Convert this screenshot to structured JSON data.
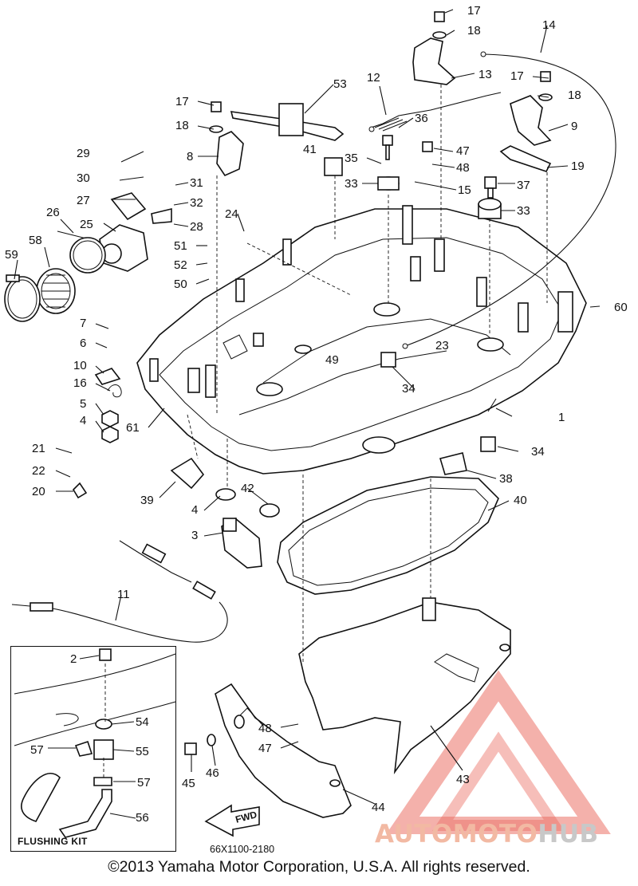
{
  "callouts": [
    {
      "id": "c1",
      "text": "1"
    },
    {
      "id": "c2",
      "text": "2"
    },
    {
      "id": "c3",
      "text": "3"
    },
    {
      "id": "c4a",
      "text": "4"
    },
    {
      "id": "c4b",
      "text": "4"
    },
    {
      "id": "c5",
      "text": "5"
    },
    {
      "id": "c6",
      "text": "6"
    },
    {
      "id": "c7",
      "text": "7"
    },
    {
      "id": "c8",
      "text": "8"
    },
    {
      "id": "c9",
      "text": "9"
    },
    {
      "id": "c10",
      "text": "10"
    },
    {
      "id": "c11",
      "text": "11"
    },
    {
      "id": "c12",
      "text": "12"
    },
    {
      "id": "c13",
      "text": "13"
    },
    {
      "id": "c14",
      "text": "14"
    },
    {
      "id": "c15",
      "text": "15"
    },
    {
      "id": "c16",
      "text": "16"
    },
    {
      "id": "c17a",
      "text": "17"
    },
    {
      "id": "c17b",
      "text": "17"
    },
    {
      "id": "c17c",
      "text": "17"
    },
    {
      "id": "c18a",
      "text": "18"
    },
    {
      "id": "c18b",
      "text": "18"
    },
    {
      "id": "c18c",
      "text": "18"
    },
    {
      "id": "c19",
      "text": "19"
    },
    {
      "id": "c20",
      "text": "20"
    },
    {
      "id": "c21",
      "text": "21"
    },
    {
      "id": "c22",
      "text": "22"
    },
    {
      "id": "c23",
      "text": "23"
    },
    {
      "id": "c24",
      "text": "24"
    },
    {
      "id": "c25",
      "text": "25"
    },
    {
      "id": "c26",
      "text": "26"
    },
    {
      "id": "c27",
      "text": "27"
    },
    {
      "id": "c28",
      "text": "28"
    },
    {
      "id": "c29",
      "text": "29"
    },
    {
      "id": "c30",
      "text": "30"
    },
    {
      "id": "c31",
      "text": "31"
    },
    {
      "id": "c32",
      "text": "32"
    },
    {
      "id": "c33a",
      "text": "33"
    },
    {
      "id": "c33b",
      "text": "33"
    },
    {
      "id": "c34a",
      "text": "34"
    },
    {
      "id": "c34b",
      "text": "34"
    },
    {
      "id": "c35",
      "text": "35"
    },
    {
      "id": "c36",
      "text": "36"
    },
    {
      "id": "c37",
      "text": "37"
    },
    {
      "id": "c38",
      "text": "38"
    },
    {
      "id": "c39",
      "text": "39"
    },
    {
      "id": "c40",
      "text": "40"
    },
    {
      "id": "c41",
      "text": "41"
    },
    {
      "id": "c42",
      "text": "42"
    },
    {
      "id": "c43",
      "text": "43"
    },
    {
      "id": "c44",
      "text": "44"
    },
    {
      "id": "c45",
      "text": "45"
    },
    {
      "id": "c46",
      "text": "46"
    },
    {
      "id": "c47a",
      "text": "47"
    },
    {
      "id": "c47b",
      "text": "47"
    },
    {
      "id": "c48a",
      "text": "48"
    },
    {
      "id": "c48b",
      "text": "48"
    },
    {
      "id": "c49",
      "text": "49"
    },
    {
      "id": "c50",
      "text": "50"
    },
    {
      "id": "c51",
      "text": "51"
    },
    {
      "id": "c52",
      "text": "52"
    },
    {
      "id": "c53",
      "text": "53"
    },
    {
      "id": "c54",
      "text": "54"
    },
    {
      "id": "c55",
      "text": "55"
    },
    {
      "id": "c56",
      "text": "56"
    },
    {
      "id": "c57a",
      "text": "57"
    },
    {
      "id": "c57b",
      "text": "57"
    },
    {
      "id": "c58",
      "text": "58"
    },
    {
      "id": "c59",
      "text": "59"
    },
    {
      "id": "c60",
      "text": "60"
    },
    {
      "id": "c61",
      "text": "61"
    }
  ],
  "kit": {
    "title": "FLUSHING KIT"
  },
  "fwd_label": "FWD",
  "diagram_code": "66X1100-2180",
  "copyright": "©2013 Yamaha Motor Corporation, U.S.A. All rights reserved.",
  "watermark": {
    "part1": "AUTOMOTO",
    "part2": "HUB",
    "color1": "#f2b9a3",
    "color2": "#c8c8c8",
    "mark_color": "#e8574a"
  }
}
